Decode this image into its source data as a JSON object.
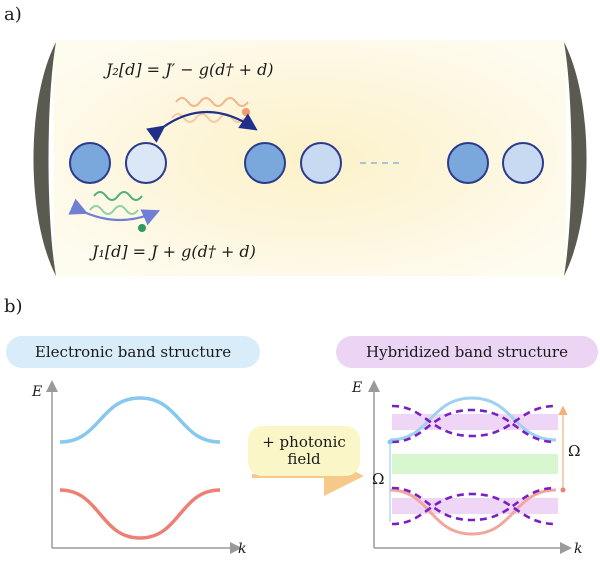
{
  "panel_a": {
    "label": "a)",
    "formula_top": "J₂[d] = J′ − g(d† + d)",
    "formula_bottom": "J₁[d] = J + g(d† + d)"
  },
  "panel_b": {
    "label": "b)",
    "left_title": "Electronic band structure",
    "right_title": "Hybridized band structure",
    "middle_line1": "+ photonic",
    "middle_line2": "field",
    "axis_e": "E",
    "axis_k": "k",
    "omega_left": "Ω",
    "omega_right": "Ω"
  },
  "colors": {
    "site_dark": "#7aa8dc",
    "site_light": "#c8daf2",
    "site_border": "#2c3a8c",
    "band_upper": "#86c8ee",
    "band_lower": "#ee7f74",
    "hybrid": "#7a1fc4",
    "cavity": "#fbf3d6"
  }
}
